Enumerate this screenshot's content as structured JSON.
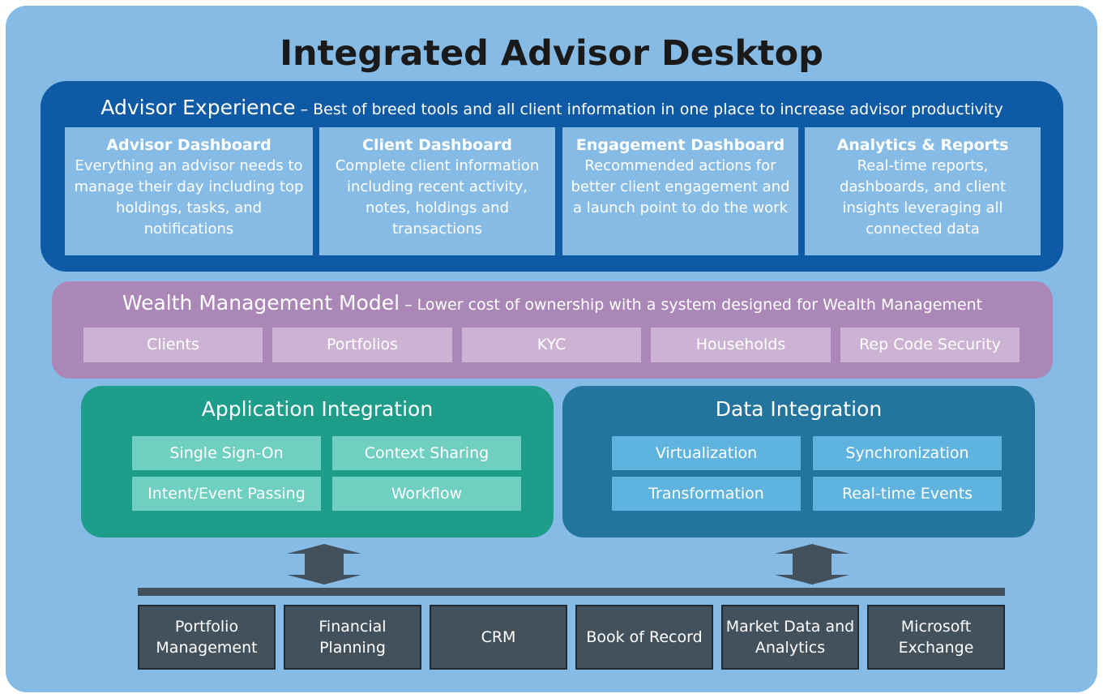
{
  "title": "Integrated Advisor Desktop",
  "advisor_experience": {
    "heading": "Advisor Experience",
    "subheading": " – Best of breed tools and all client information in one place to increase advisor productivity",
    "cards": [
      {
        "title": "Advisor Dashboard",
        "text": "Everything an advisor needs to manage their day including top holdings, tasks, and notifications"
      },
      {
        "title": "Client Dashboard",
        "text": "Complete client information including recent activity, notes, holdings and transactions"
      },
      {
        "title": "Engagement Dashboard",
        "text": "Recommended actions for better client engagement and a launch point to do the work"
      },
      {
        "title": "Analytics & Reports",
        "text": "Real-time reports, dashboards, and client insights leveraging all connected data"
      }
    ]
  },
  "wealth_management_model": {
    "heading": "Wealth Management Model",
    "subheading": " – Lower cost of ownership with a system designed for Wealth Management",
    "items": [
      "Clients",
      "Portfolios",
      "KYC",
      "Households",
      "Rep Code Security"
    ]
  },
  "application_integration": {
    "heading": "Application Integration",
    "items": [
      "Single Sign-On",
      "Context Sharing",
      "Intent/Event Passing",
      "Workflow"
    ]
  },
  "data_integration": {
    "heading": "Data Integration",
    "items": [
      "Virtualization",
      "Synchronization",
      "Transformation",
      "Real-time Events"
    ]
  },
  "systems": [
    "Portfolio Management",
    "Financial Planning",
    "CRM",
    "Book of Record",
    "Market Data and Analytics",
    "Microsoft Exchange"
  ],
  "colors": {
    "frame": "#86bbe6",
    "advisor": "#0e5aa5",
    "wmm": "#ab87b7",
    "app": "#1f9d8b",
    "data": "#23759e",
    "systems": "#43515d"
  }
}
